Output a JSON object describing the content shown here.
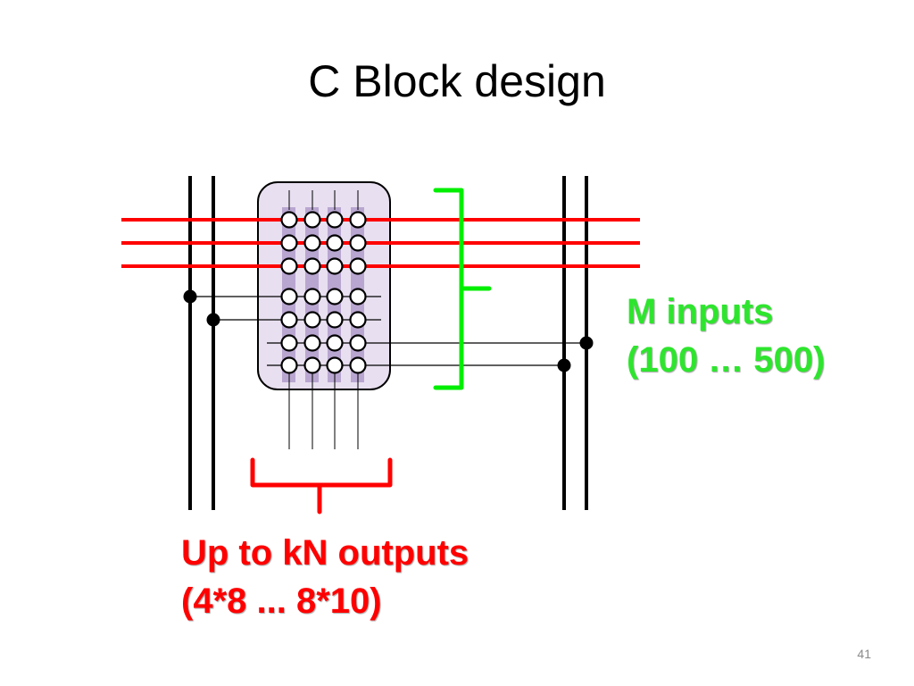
{
  "slide": {
    "title": "C Block design",
    "page_number": "41"
  },
  "callouts": {
    "inputs": {
      "line1": "M inputs",
      "line2": "(100 … 500)"
    },
    "outputs": {
      "line1": "Up to kN outputs",
      "line2": "(4*8 ... 8*10)"
    }
  },
  "colors": {
    "track_red": "#ff0000",
    "brace_green": "#00ee00",
    "brace_red": "#ff0000",
    "label_green": "#2ee52e",
    "label_red": "#ff0000",
    "block_fill": "#e8dff0",
    "block_column": "#b9a6d0"
  }
}
